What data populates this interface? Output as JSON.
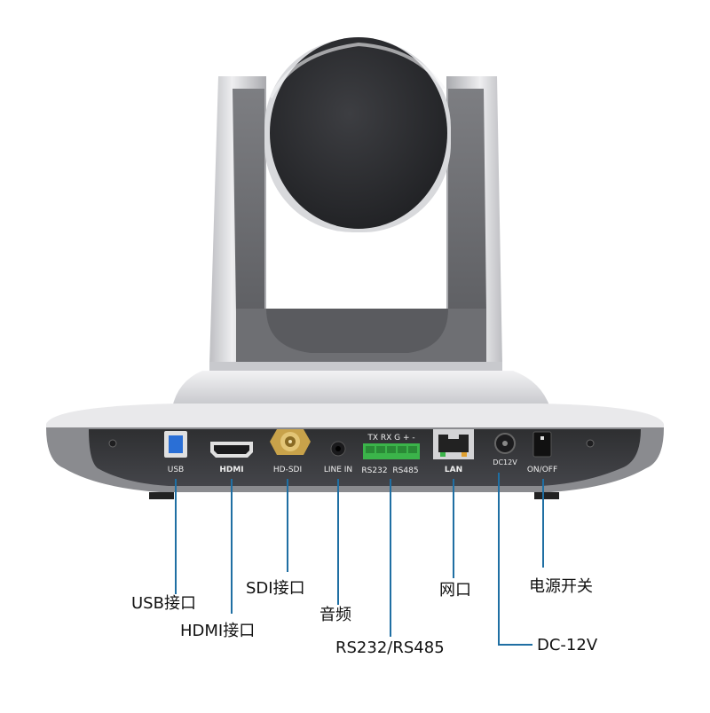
{
  "panel_labels": {
    "usb": "USB",
    "hdmi": "HDMI",
    "hdsdi": "HD-SDI",
    "line_in": "LINE IN",
    "terminal_top": "TX RX G + -",
    "rs232": "RS232",
    "rs485": "RS485",
    "lan": "LAN",
    "dc12v": "DC12V",
    "on_off": "ON/OFF"
  },
  "callouts": {
    "usb": "USB接口",
    "hdmi": "HDMI接口",
    "sdi": "SDI接口",
    "audio": "音频",
    "serial": "RS232/RS485",
    "network": "网口",
    "dc": "DC-12V",
    "power": "电源开关"
  },
  "colors": {
    "leader_line": "#1f6fa3",
    "body_silver": "#d9d9db",
    "panel_dark": "#3a3b3d",
    "lens_dark": "#2f3033",
    "usb_blue": "#2a6fd6",
    "terminal_green": "#3bb44a",
    "sdi_gold": "#c8a24a"
  }
}
